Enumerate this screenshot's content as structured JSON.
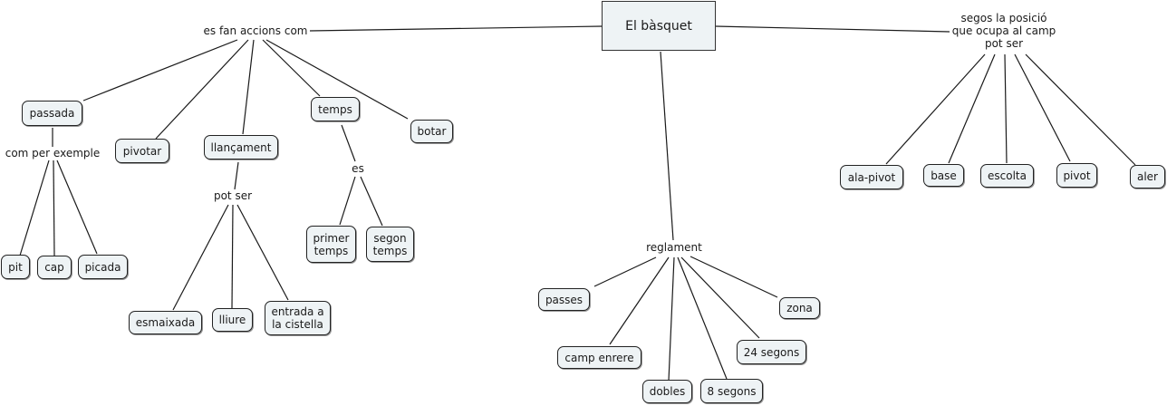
{
  "map": {
    "root": "El  bàsquet",
    "phrases": {
      "actions": "es fan accions com",
      "position": "segos la posició\nque ocupa al camp\npot ser",
      "rules": "reglament",
      "example": "com per exemple",
      "shot_types": "pot ser",
      "time_is": "es"
    },
    "concepts": {
      "passada": "passada",
      "pivotar": "pivotar",
      "llancament": "llançament",
      "temps": "temps",
      "botar": "botar",
      "pit": "pit",
      "cap": "cap",
      "picada": "picada",
      "esmaixada": "esmaixada",
      "lliure": "lliure",
      "entrada": "entrada a\nla cistella",
      "primer": "primer\ntemps",
      "segon": "segon\ntemps",
      "passes": "passes",
      "camp_enrere": "camp enrere",
      "dobles": "dobles",
      "vuit": "8 segons",
      "vint_quatre": "24 segons",
      "zona": "zona",
      "ala_pivot": "ala-pivot",
      "base": "base",
      "escolta": "escolta",
      "pivot": "pivot",
      "aler": "aler"
    }
  }
}
